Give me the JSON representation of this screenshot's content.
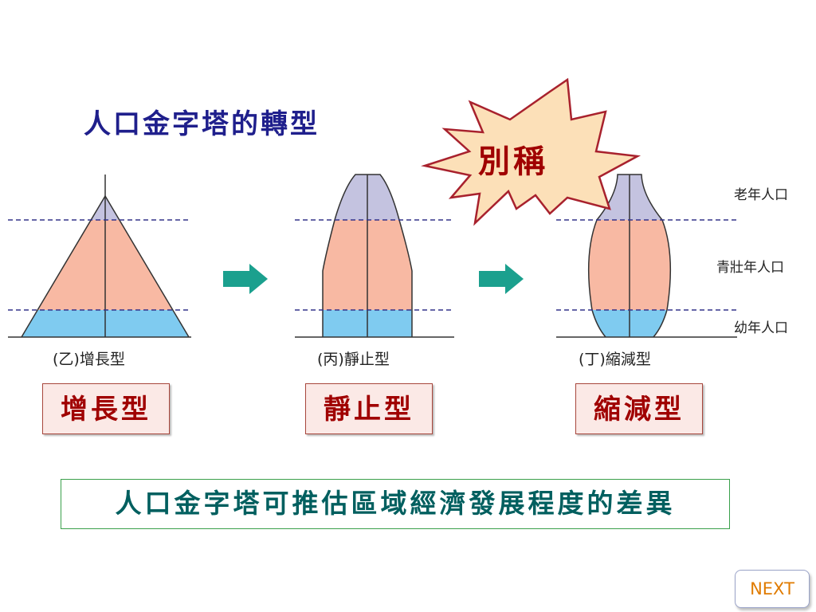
{
  "title": "人口金字塔的轉型",
  "callout": "別稱",
  "pyramids": [
    {
      "caption": "(乙)增長型",
      "label": "增長型"
    },
    {
      "caption": "(丙)靜止型",
      "label": "靜止型"
    },
    {
      "caption": "(丁)縮減型",
      "label": "縮減型"
    }
  ],
  "age_groups": {
    "old": "老年人口",
    "working": "青壯年人口",
    "young": "幼年人口"
  },
  "summary": "人口金字塔可推估區域經濟發展程度的差異",
  "next_button": "NEXT",
  "colors": {
    "old": "#c4c3e0",
    "working": "#f8b9a3",
    "young": "#7fcbf0",
    "arrow": "#1ba08e",
    "title": "#1f1f8c",
    "label": "#a00000"
  }
}
